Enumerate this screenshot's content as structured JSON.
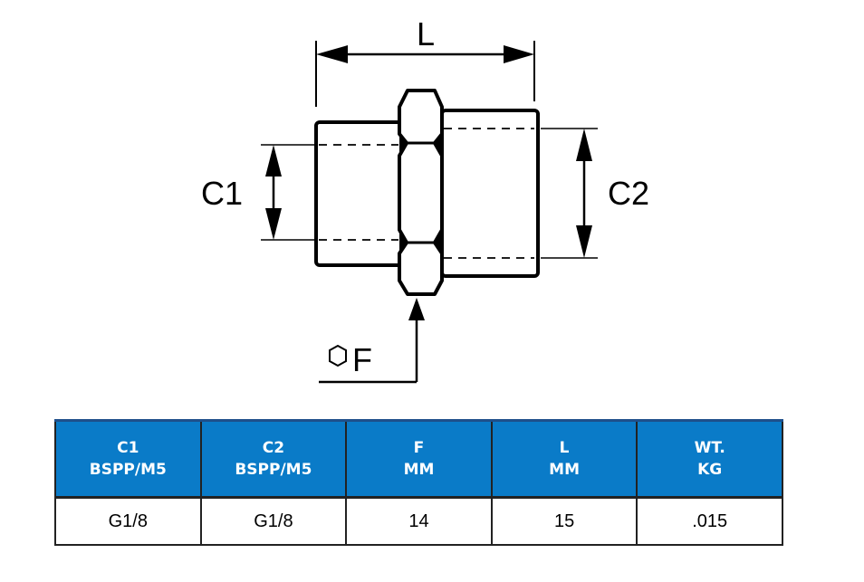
{
  "diagram": {
    "labels": {
      "length": "L",
      "c1": "C1",
      "c2": "C2",
      "hex": "F"
    },
    "icons": [
      "double-arrow-icon",
      "hexagon-icon"
    ]
  },
  "table": {
    "headers": [
      {
        "line1": "C1",
        "line2": "BSPP/M5"
      },
      {
        "line1": "C2",
        "line2": "BSPP/M5"
      },
      {
        "line1": "F",
        "line2": "MM"
      },
      {
        "line1": "L",
        "line2": "MM"
      },
      {
        "line1": "WT.",
        "line2": "KG"
      }
    ],
    "rows": [
      [
        "G1/8",
        "G1/8",
        "14",
        "15",
        ".015"
      ]
    ],
    "header_color": "#0a7bc8"
  }
}
